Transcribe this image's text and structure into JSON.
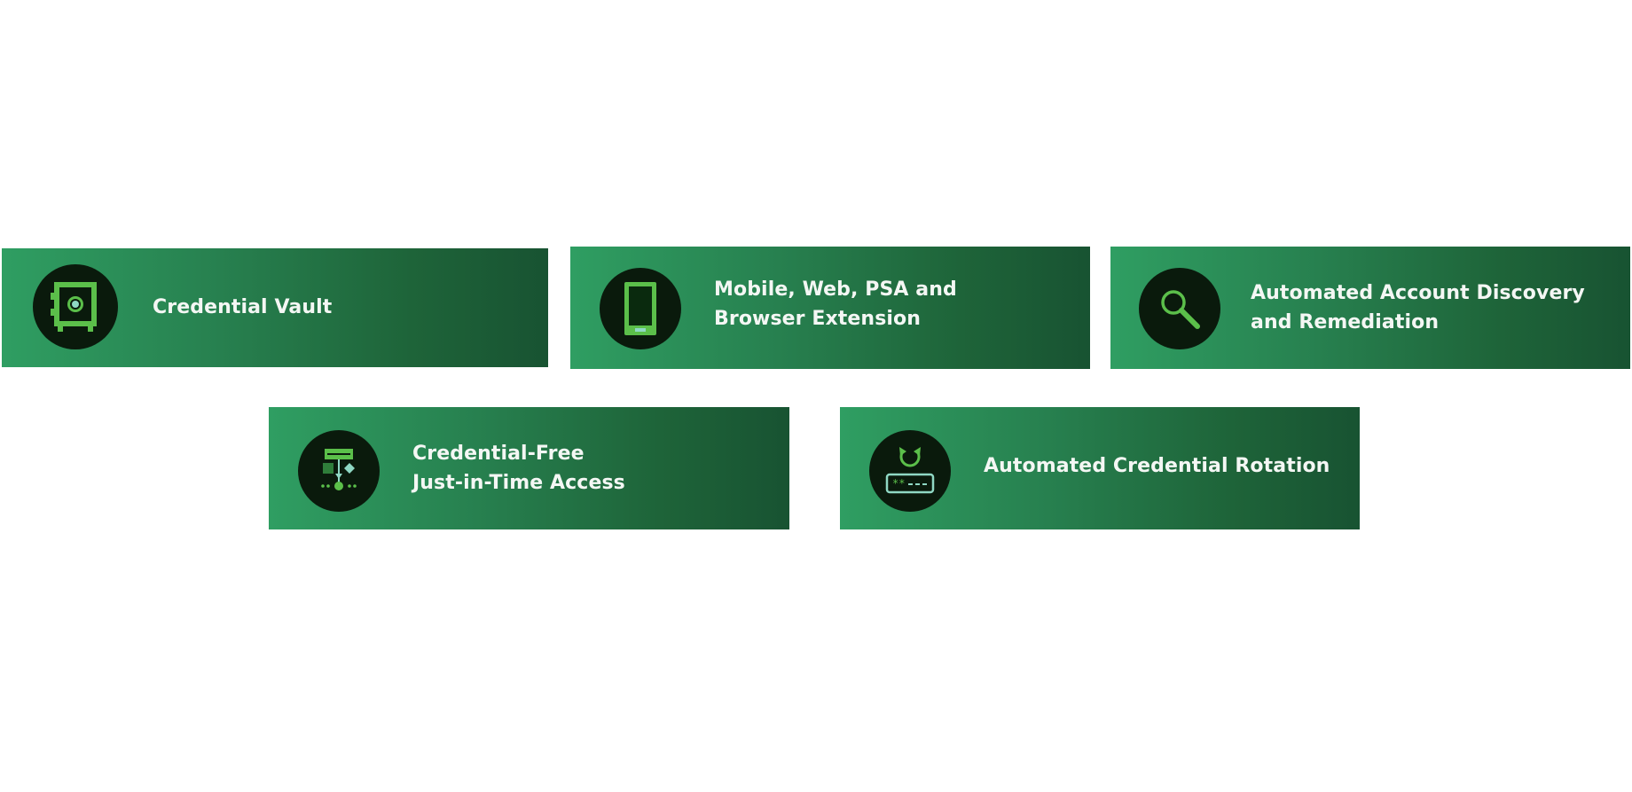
{
  "colors": {
    "background": "#ffffff",
    "card_gradient_start": "#2f9e62",
    "card_gradient_end": "#185332",
    "icon_circle": "#0a1a0c",
    "icon_green": "#5bbf4a",
    "icon_teal": "#8fd8c4",
    "text": "#f4f7f4"
  },
  "features": [
    {
      "icon": "vault-icon",
      "lines": [
        "Credential Vault"
      ]
    },
    {
      "icon": "mobile-device-icon",
      "lines": [
        "Mobile, Web, PSA and",
        "Browser Extension"
      ]
    },
    {
      "icon": "magnifier-icon",
      "lines": [
        "Automated Account Discovery",
        "and Remediation"
      ]
    },
    {
      "icon": "access-flow-icon",
      "lines": [
        "Credential-Free",
        "Just-in-Time Access"
      ]
    },
    {
      "icon": "rotation-password-icon",
      "lines": [
        "Automated Credential Rotation"
      ]
    }
  ]
}
